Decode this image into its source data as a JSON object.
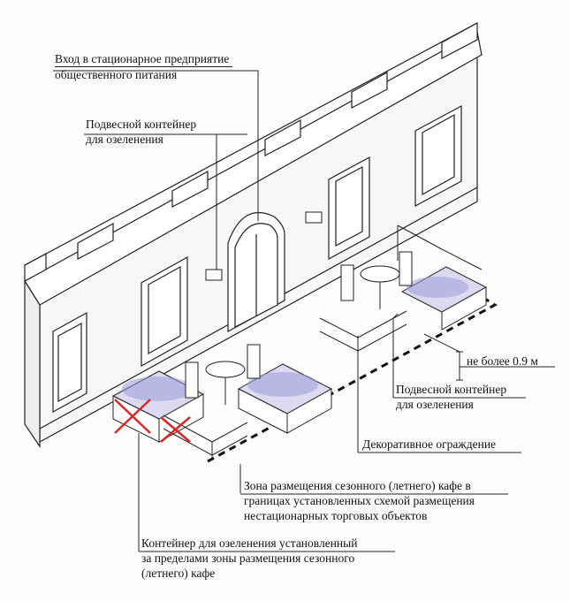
{
  "labels": {
    "entrance": [
      "Вход в стационарное предприятие",
      "общественного питания"
    ],
    "hanging_container_top": [
      "Подвесной контейнер",
      "для озеленения"
    ],
    "height_limit": "не более 0.9 м",
    "hanging_container_right": [
      "Подвесной контейнер",
      "для озеленения"
    ],
    "decorative_fence": "Декоративное ограждение",
    "cafe_zone": [
      "Зона размещения сезонного (летнего) кафе в",
      "границах установленных схемой размещения",
      "нестационарных торговых объектов"
    ],
    "outside_container": [
      "Контейнер для озеленения установленный",
      "за пределами зоны размещения сезонного",
      "(летнего) кафе"
    ]
  },
  "colors": {
    "line": "#222222",
    "cross": "#d62828",
    "plants": "#9a9ad8"
  }
}
